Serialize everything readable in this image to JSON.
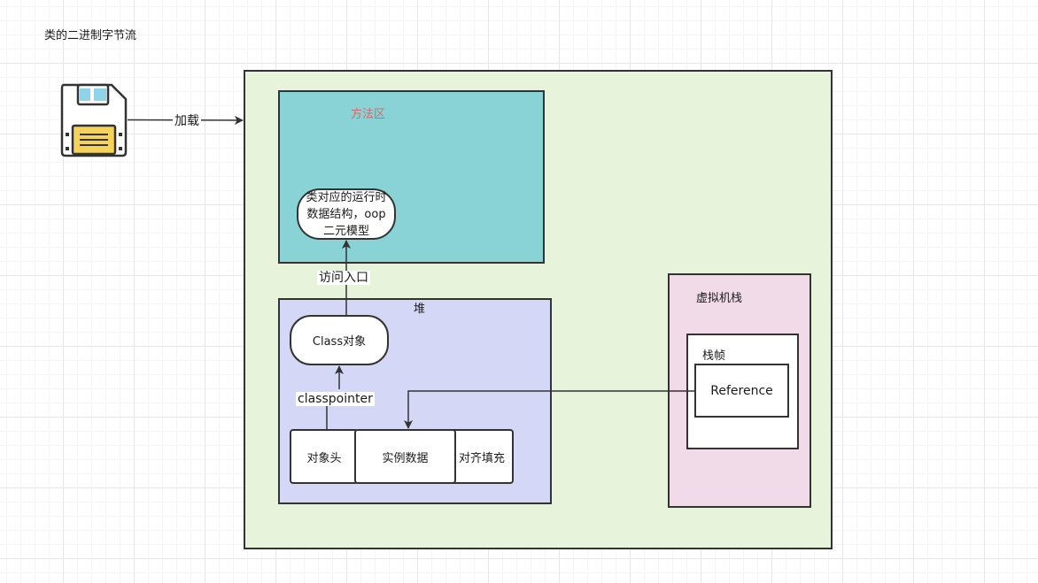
{
  "binary_stream": {
    "label": "类的二进制字节流",
    "icon": "floppy-disk-icon"
  },
  "load_edge": {
    "label": "加载"
  },
  "runtime_area": {
    "fill": "#e8f3dc"
  },
  "method_area": {
    "title": "方法区",
    "title_color": "#d06b6b",
    "fill": "#89d3d6",
    "runtime_struct": "类对应的运行时数据结构，oop二元模型"
  },
  "access_edge": {
    "label": "访问入口"
  },
  "heap": {
    "title": "堆",
    "fill": "#d5d7f6",
    "class_object": "Class对象",
    "classpointer_edge": "classpointer",
    "object_header": "对象头",
    "instance_data": "实例数据",
    "padding": "对齐填充"
  },
  "vm_stack": {
    "title": "虚拟机栈",
    "fill": "#f2dbe8",
    "frame": "栈帧",
    "reference": "Reference"
  }
}
